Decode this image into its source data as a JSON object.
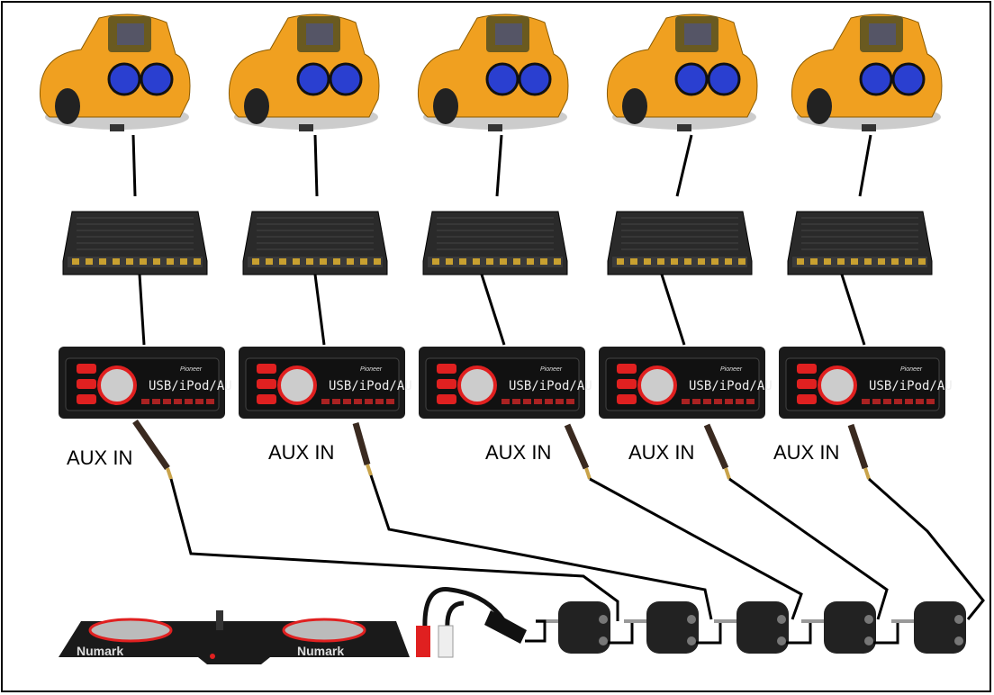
{
  "title": "Five car stereos fed from one DJ controller via AUX IN splitters",
  "aux_labels": [
    "AUX IN",
    "AUX IN",
    "AUX IN",
    "AUX IN",
    "AUX IN"
  ],
  "head_unit": {
    "brand": "Pioneer",
    "display": "USB/iPod/AU"
  },
  "controller": {
    "brand_left": "Numark",
    "brand_right": "Numark"
  },
  "colors": {
    "car": "#f0a020",
    "speaker": "#2a3fd0",
    "device": "#1a1a1a",
    "accent": "#e02020",
    "cable": "#000000"
  }
}
